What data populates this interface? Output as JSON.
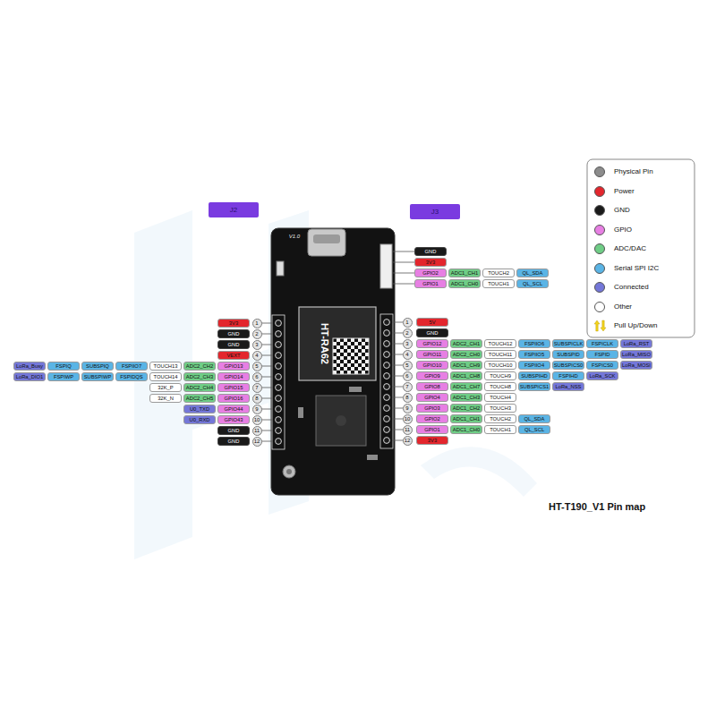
{
  "diagram": {
    "caption": "HT-T190_V1 Pin map",
    "nodes": [
      {
        "text": [
          "J2"
        ]
      },
      {
        "text": [
          "J3"
        ]
      }
    ],
    "labels": [
      "GND",
      "3V3",
      "GPIO2",
      "ADC1_CH1",
      "TOUCH2",
      "QL_SDA",
      "GPIO1",
      "ADC1_CH0",
      "TOUCH1",
      "QL_SCL",
      "1",
      "3V3",
      "2",
      "GND",
      "3",
      "GND",
      "4",
      "VEXT",
      "5",
      "GPIO13",
      "ADC2_CH2",
      "TOUCH13",
      "FSPIIO7",
      "SUBSPIQ",
      "FSPIQ",
      "LoRa_Busy",
      "6",
      "GPIO14",
      "ADC2_CH3",
      "TOUCH14",
      "FSPIDQS",
      "SUBSPIWP",
      "FSPIWP",
      "LoRa_DIO1",
      "7",
      "GPIO15",
      "ADC2_CH4",
      "32K_P",
      "8",
      "GPIO16",
      "ADC2_CH5",
      "32K_N",
      "9",
      "GPIO44",
      "U0_TXD",
      "10",
      "GPIO43",
      "U0_RXD",
      "11",
      "GND",
      "12",
      "GND",
      "1",
      "5V",
      "2",
      "GND",
      "3",
      "GPIO12",
      "ADC2_CH1",
      "TOUCH12",
      "FSPIIO6",
      "SUBSPICLK",
      "FSPICLK",
      "LoRa_RST",
      "4",
      "GPIO11",
      "ADC2_CH0",
      "TOUCH11",
      "FSPIIO5",
      "SUBSPID",
      "FSPID",
      "LoRa_MISO",
      "5",
      "GPIO10",
      "ADC1_CH9",
      "TOUCH10",
      "FSPIIO4",
      "SUBSPICS0",
      "FSPICS0",
      "LoRa_MOSI",
      "6",
      "GPIO9",
      "ADC1_CH8",
      "TOUCH9",
      "SUBSPIHD",
      "FSPIHD",
      "LoRa_SCK",
      "7",
      "GPIO8",
      "ADC1_CH7",
      "TOUCH8",
      "SUBSPICS1",
      "LoRa_NSS",
      "8",
      "GPIO4",
      "ADC1_CH3",
      "TOUCH4",
      "9",
      "GPIO3",
      "ADC1_CH2",
      "TOUCH3",
      "10",
      "GPIO2",
      "ADC1_CH1",
      "TOUCH2",
      "QL_SDA",
      "11",
      "GPIO1",
      "ADC1_CH0",
      "TOUCH1",
      "QL_SCL",
      "12",
      "3V3",
      "V1.0",
      "HT-RA62"
    ],
    "legend": [
      {
        "text": "Physical Pin",
        "color": "#8c8c8c"
      },
      {
        "text": "Power",
        "color": "#e3262d"
      },
      {
        "text": "GND",
        "color": "#1a1a1a"
      },
      {
        "text": "GPIO",
        "color": "#e77fe3"
      },
      {
        "text": "ADC/DAC",
        "color": "#6fcd86"
      },
      {
        "text": "Serial SPI I2C",
        "color": "#5ab4e5"
      },
      {
        "text": "Connected",
        "color": "#7477d9"
      },
      {
        "text": "Other",
        "color": "#ffffff"
      },
      {
        "text": "Pull Up/Down"
      }
    ]
  }
}
